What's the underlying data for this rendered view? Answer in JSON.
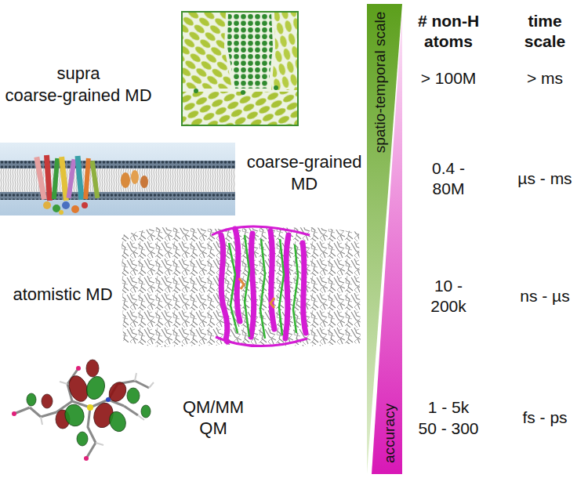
{
  "diagram": {
    "labels": [
      "supra coarse-grained MD",
      "coarse-grained MD",
      "atomistic MD",
      "QM/MM",
      "QM",
      "spatio-temporal scale",
      "accuracy",
      "# non-H atoms",
      "time scale",
      "> 100M",
      "> ms",
      "0.4 - 80M",
      "µs - ms",
      "10 - 200k",
      "ns - µs",
      "1 - 5k",
      "50 - 300",
      "fs - ps"
    ]
  }
}
